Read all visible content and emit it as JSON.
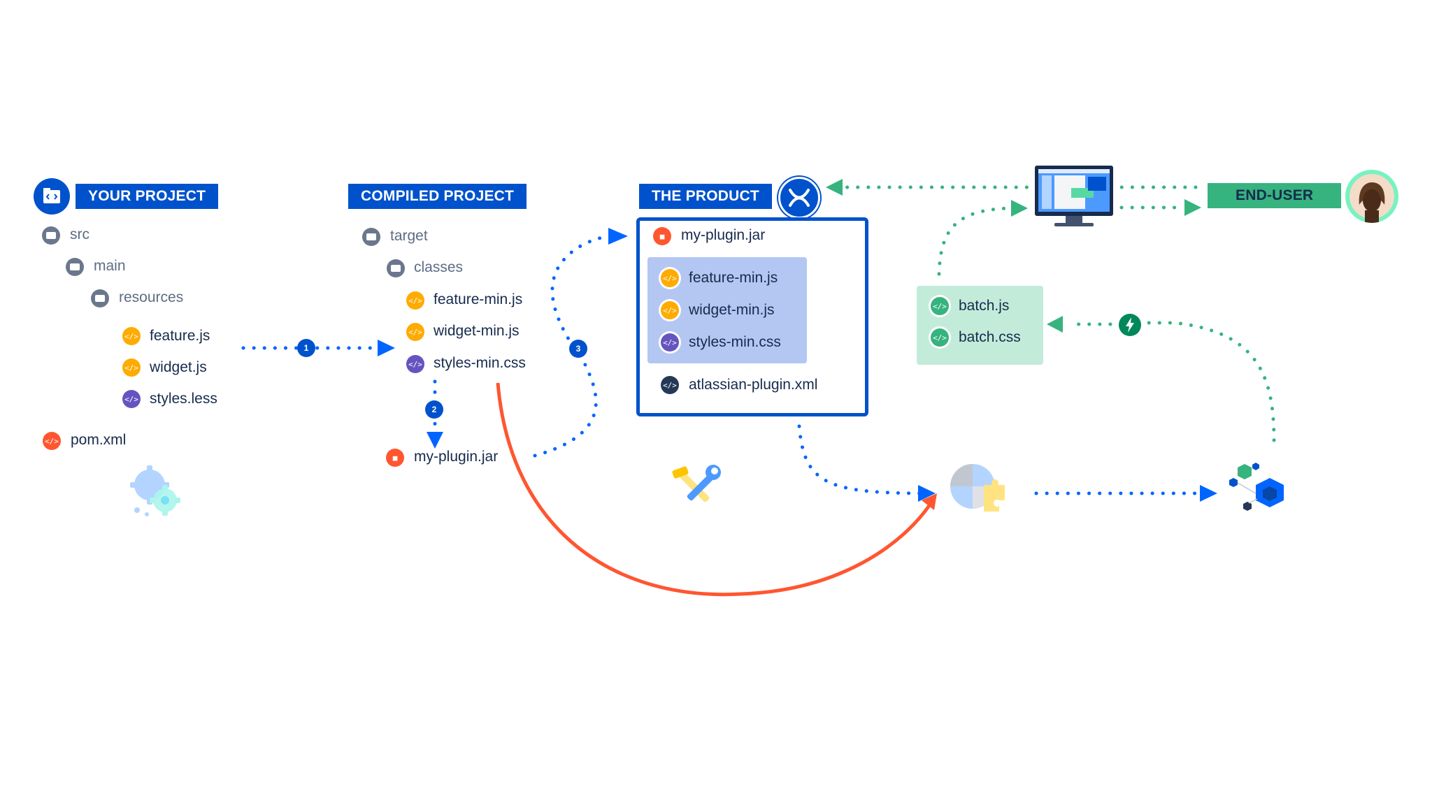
{
  "colors": {
    "blue": "#0052cc",
    "green": "#36b37e",
    "orange": "#ffab00",
    "purple": "#6554c0",
    "red": "#ff5630",
    "dark": "#253858"
  },
  "your_project": {
    "title": "YOUR PROJECT",
    "folders": [
      "src",
      "main",
      "resources"
    ],
    "files": [
      "feature.js",
      "widget.js",
      "styles.less"
    ],
    "pom": "pom.xml"
  },
  "compiled_project": {
    "title": "COMPILED PROJECT",
    "folders": [
      "target",
      "classes"
    ],
    "files": [
      "feature-min.js",
      "widget-min.js",
      "styles-min.css"
    ],
    "jar": "my-plugin.jar"
  },
  "product": {
    "title": "THE PRODUCT",
    "jar": "my-plugin.jar",
    "files": [
      "feature-min.js",
      "widget-min.js",
      "styles-min.css"
    ],
    "xml": "atlassian-plugin.xml"
  },
  "batch": {
    "files": [
      "batch.js",
      "batch.css"
    ]
  },
  "end_user": {
    "title": "END-USER"
  },
  "steps": [
    "1",
    "2",
    "3"
  ],
  "icons": [
    "code-folder-icon",
    "gear-icon",
    "tools-icon",
    "puzzle-icon",
    "cubes-icon",
    "lightning-icon",
    "monitor-icon",
    "user-avatar-icon",
    "confluence-logo-icon"
  ]
}
